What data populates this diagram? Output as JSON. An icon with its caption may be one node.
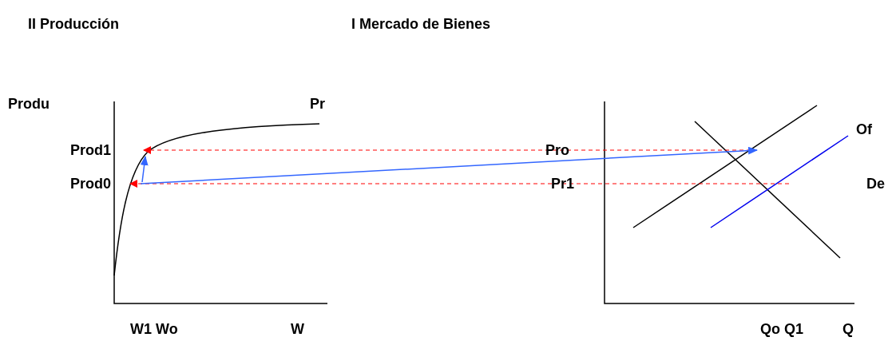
{
  "diagram": {
    "labels": [
      "II Producción",
      "I Mercado de Bienes",
      "Produ",
      "Pr",
      "Prod1",
      "Prod0",
      "Pro",
      "Pr1",
      "Of",
      "De",
      "W1 Wo",
      "W",
      "Qo Q1",
      "Q"
    ]
  }
}
